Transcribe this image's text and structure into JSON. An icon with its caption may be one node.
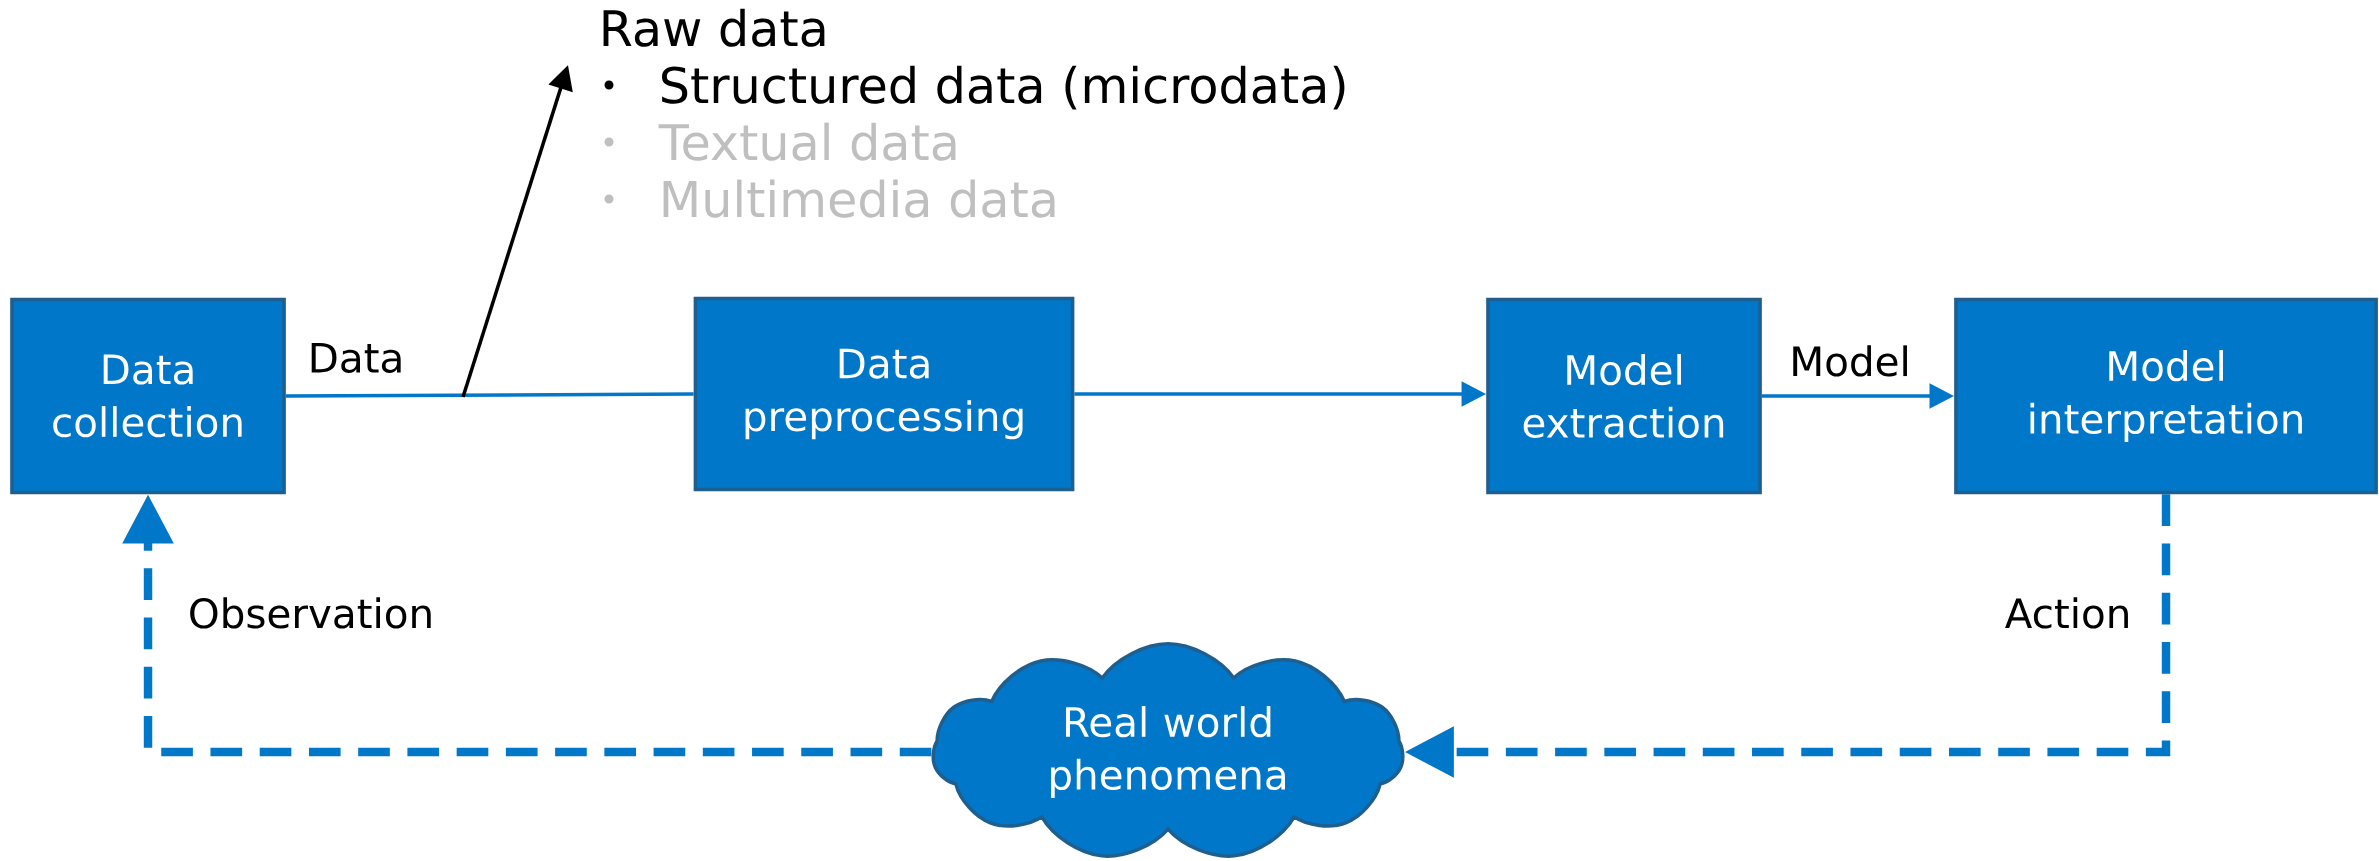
{
  "diagram": {
    "nodes": [
      {
        "text": [
          "Raw data",
          "Structured data (microdata)",
          "Textual data",
          "Multimedia data"
        ]
      },
      {
        "text": [
          "Data collection"
        ]
      },
      {
        "text": [
          "Data preprocessing"
        ]
      },
      {
        "text": [
          "Model extraction"
        ]
      },
      {
        "text": [
          "Model interpretation"
        ]
      },
      {
        "text": [
          "Real world phenomena"
        ]
      }
    ],
    "edges": [
      {
        "from": 1,
        "to": 2,
        "arrow": "none",
        "label": "Data"
      },
      {
        "from": null,
        "to": 0,
        "arrow": "to",
        "color": "#000000"
      },
      {
        "from": 2,
        "to": 3,
        "arrow": "to"
      },
      {
        "from": 3,
        "to": 4,
        "arrow": "to",
        "label": "Model"
      },
      {
        "from": 4,
        "to": 5,
        "arrow": "to",
        "style": "dashed",
        "label": "Action"
      },
      {
        "from": 5,
        "to": 1,
        "arrow": "to",
        "style": "dashed",
        "label": "Observation"
      }
    ]
  }
}
